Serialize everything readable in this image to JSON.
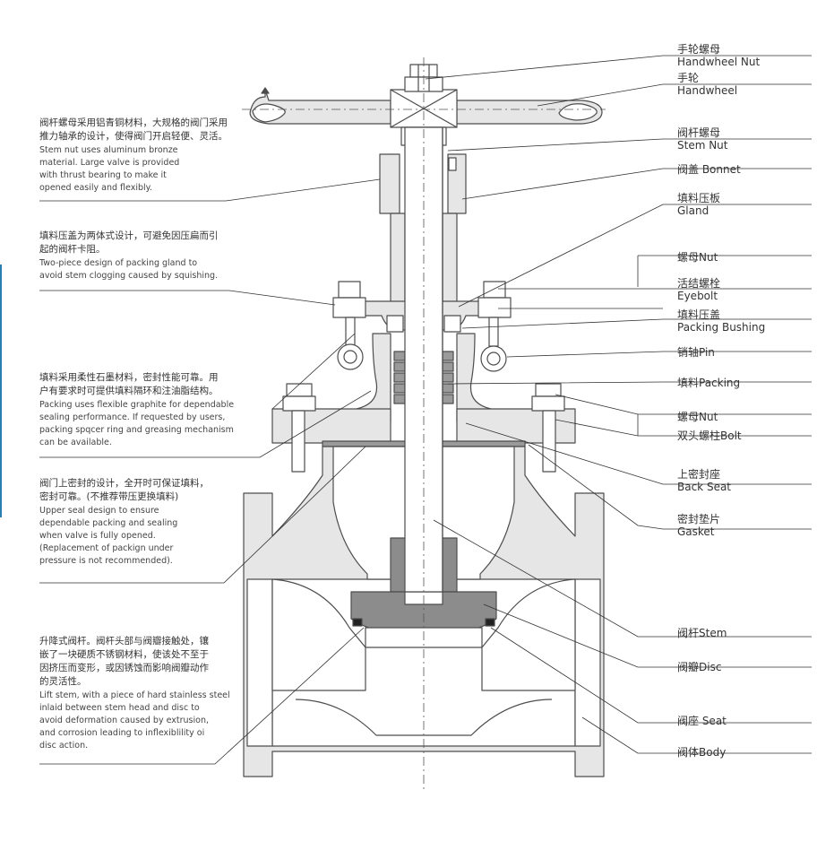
{
  "notes": [
    {
      "id": "stem-nut",
      "cn": [
        "阀杆螺母采用铝青铜材料，大规格的阀门采用",
        "推力轴承的设计，使得阀门开启轻便、灵活。"
      ],
      "en": [
        "Stem nut uses aluminum bronze",
        "material. Large valve is provided",
        "with thrust bearing to make it",
        "opened easily and flexibly."
      ]
    },
    {
      "id": "packing-gland",
      "cn": [
        "填料压盖为两体式设计，可避免因压扁而引",
        "起的阀杆卡阻。"
      ],
      "en": [
        "Two-piece design of packing gland to",
        "avoid stem clogging caused by squishing."
      ]
    },
    {
      "id": "packing",
      "cn": [
        "填料采用柔性石墨材料，密封性能可靠。用",
        "户有要求时可提供填料隔环和注油脂结构。"
      ],
      "en": [
        "Packing uses flexible graphite for dependable",
        "sealing performance. If requested by users,",
        "packing spqcer ring and greasing mechanism",
        "can be available."
      ]
    },
    {
      "id": "upper-seal",
      "cn": [
        "阀门上密封的设计，全开时可保证填料，",
        "密封可靠。(不推荐带压更换填料)"
      ],
      "en": [
        "Upper seal design to ensure",
        "dependable packing and sealing",
        "when valve is fully opened.",
        "(Replacement of packign under",
        "pressure is not recommended)."
      ]
    },
    {
      "id": "lift-stem",
      "cn": [
        "升降式阀杆。阀杆头部与阀瓣接触处，镶",
        "嵌了一块硬质不锈钢材料，使该处不至于",
        "因挤压而变形，或因锈蚀而影响阀瓣动作",
        "的灵活性。"
      ],
      "en": [
        "Lift stem, with a piece of hard stainless steel",
        "inlaid between stem head and disc to",
        "avoid deformation caused by extrusion,",
        "and corrosion leading to inflexiblility oi",
        "disc action."
      ]
    }
  ],
  "labels": [
    {
      "id": "handwheel-nut",
      "lines": [
        "手轮螺母",
        "Handwheel Nut"
      ]
    },
    {
      "id": "handwheel",
      "lines": [
        "手轮",
        "Handwheel"
      ]
    },
    {
      "id": "stem-nut",
      "lines": [
        "阀杆螺母",
        "Stem Nut"
      ]
    },
    {
      "id": "bonnet",
      "lines": [
        "阀盖 Bonnet"
      ]
    },
    {
      "id": "gland",
      "lines": [
        "填料压板",
        "Gland"
      ]
    },
    {
      "id": "nut-upper",
      "lines": [
        "螺母Nut"
      ]
    },
    {
      "id": "eyebolt",
      "lines": [
        "活结螺栓",
        "Eyebolt"
      ]
    },
    {
      "id": "packing-bushing",
      "lines": [
        "填料压盖",
        "Packing Bushing"
      ]
    },
    {
      "id": "pin",
      "lines": [
        "销轴Pin"
      ]
    },
    {
      "id": "packing",
      "lines": [
        "填料Packing"
      ]
    },
    {
      "id": "nut-lower",
      "lines": [
        "螺母Nut"
      ]
    },
    {
      "id": "bolt",
      "lines": [
        "双头螺柱Bolt"
      ]
    },
    {
      "id": "back-seat",
      "lines": [
        "上密封座",
        "Back Seat"
      ]
    },
    {
      "id": "gasket",
      "lines": [
        "密封垫片",
        "Gasket"
      ]
    },
    {
      "id": "stem",
      "lines": [
        "阀杆Stem"
      ]
    },
    {
      "id": "disc",
      "lines": [
        "阀瓣Disc"
      ]
    },
    {
      "id": "seat",
      "lines": [
        "阀座 Seat"
      ]
    },
    {
      "id": "body",
      "lines": [
        "阀体Body"
      ]
    }
  ],
  "colors": {
    "body_fill": "#e6e6e6",
    "disc_fill": "#8c8c8c",
    "line": "#4d4d4d",
    "accent_edge": "#2a7fb0"
  }
}
